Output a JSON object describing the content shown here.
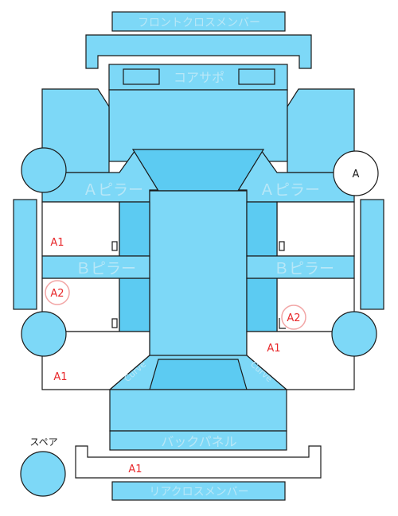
{
  "parts": {
    "front_cross_member": "フロントクロスメンバー",
    "core_support": "コアサポ",
    "a_pillar_left": "Ａピラー",
    "a_pillar_right": "Ａピラー",
    "b_pillar_left": "Ｂピラー",
    "b_pillar_right": "Ｂピラー",
    "back_panel": "バックパネル",
    "rear_cross_member": "リアクロスメンバー",
    "spare_label": "スペア",
    "trunk_corner_left": "Curve",
    "trunk_corner_right": "Curve"
  },
  "marks": {
    "wheel_front_right": "A",
    "a1_left_upper": "A1",
    "a2_left": "A2",
    "a2_right": "A2",
    "a1_right": "A1",
    "a1_left_lower": "A1",
    "a1_rear": "A1"
  },
  "colors": {
    "part_fill": "#7dd8f7",
    "part_fill_dark": "#5ccbf2",
    "part_stroke": "#1a1a1a",
    "part_text": "#b8e7f7",
    "mark_red": "#e8282b",
    "mark_circle": "#f2a5a5"
  }
}
